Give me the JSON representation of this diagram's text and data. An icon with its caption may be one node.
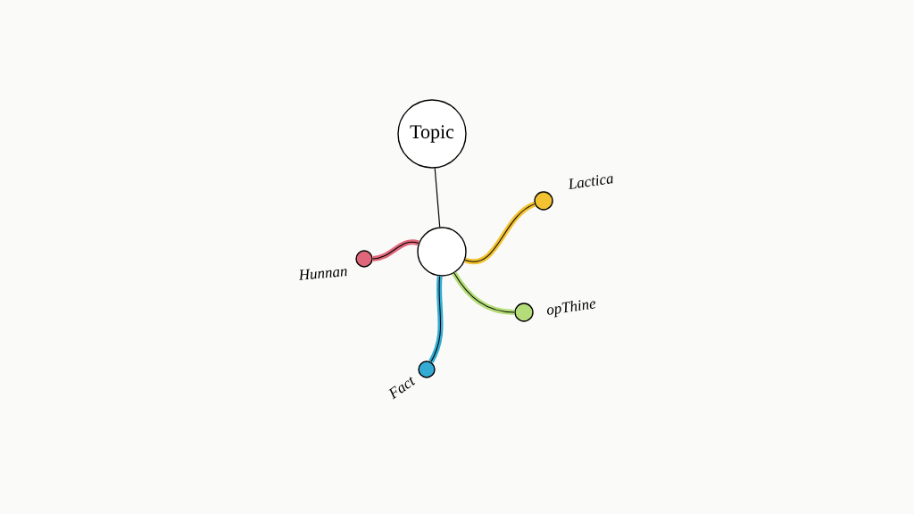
{
  "diagram": {
    "nodes": [
      {
        "text": [
          "Topic"
        ]
      },
      {
        "text": [],
        "shape": "circle"
      },
      {
        "text": [],
        "shape": "circle",
        "beside": [
          "Lactica"
        ]
      },
      {
        "text": [],
        "shape": "circle",
        "beside": [
          "Hunnan"
        ]
      },
      {
        "text": [],
        "shape": "circle",
        "beside": [
          "opThine"
        ]
      },
      {
        "text": [],
        "shape": "circle",
        "beside": [
          "Fact"
        ]
      }
    ],
    "edges": [
      {
        "from": 0,
        "to": 1,
        "arrow": "none"
      },
      {
        "from": 1,
        "to": 2,
        "arrow": "none",
        "color": "#f2c232"
      },
      {
        "from": 1,
        "to": 3,
        "arrow": "none",
        "color": "#e0677a"
      },
      {
        "from": 1,
        "to": 4,
        "arrow": "none",
        "color": "#b4dc78"
      },
      {
        "from": 1,
        "to": 5,
        "arrow": "none",
        "color": "#34abd2"
      }
    ]
  }
}
